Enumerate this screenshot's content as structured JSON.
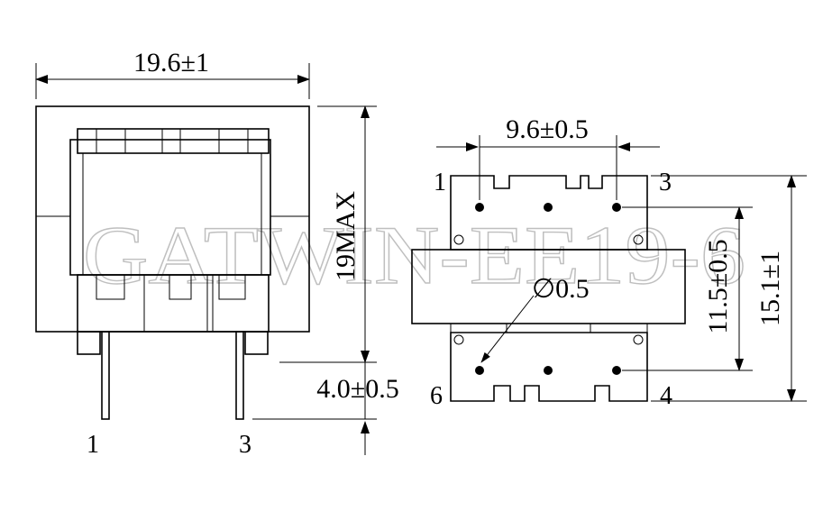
{
  "watermark": "GATWIN-EE19-6",
  "side_view": {
    "width_dim": "19.6±1",
    "height_dim": "19MAX",
    "pin_length_dim": "4.0±0.5",
    "pin_left": "1",
    "pin_right": "3"
  },
  "bottom_view": {
    "pin_pitch_dim": "9.6±0.5",
    "row_spacing_dim": "11.5±0.5",
    "overall_height_dim": "15.1±1",
    "pin_diameter_dim": "∅0.5",
    "pin_labels": {
      "top_left": "1",
      "top_right": "3",
      "bottom_left": "6",
      "bottom_right": "4"
    }
  }
}
